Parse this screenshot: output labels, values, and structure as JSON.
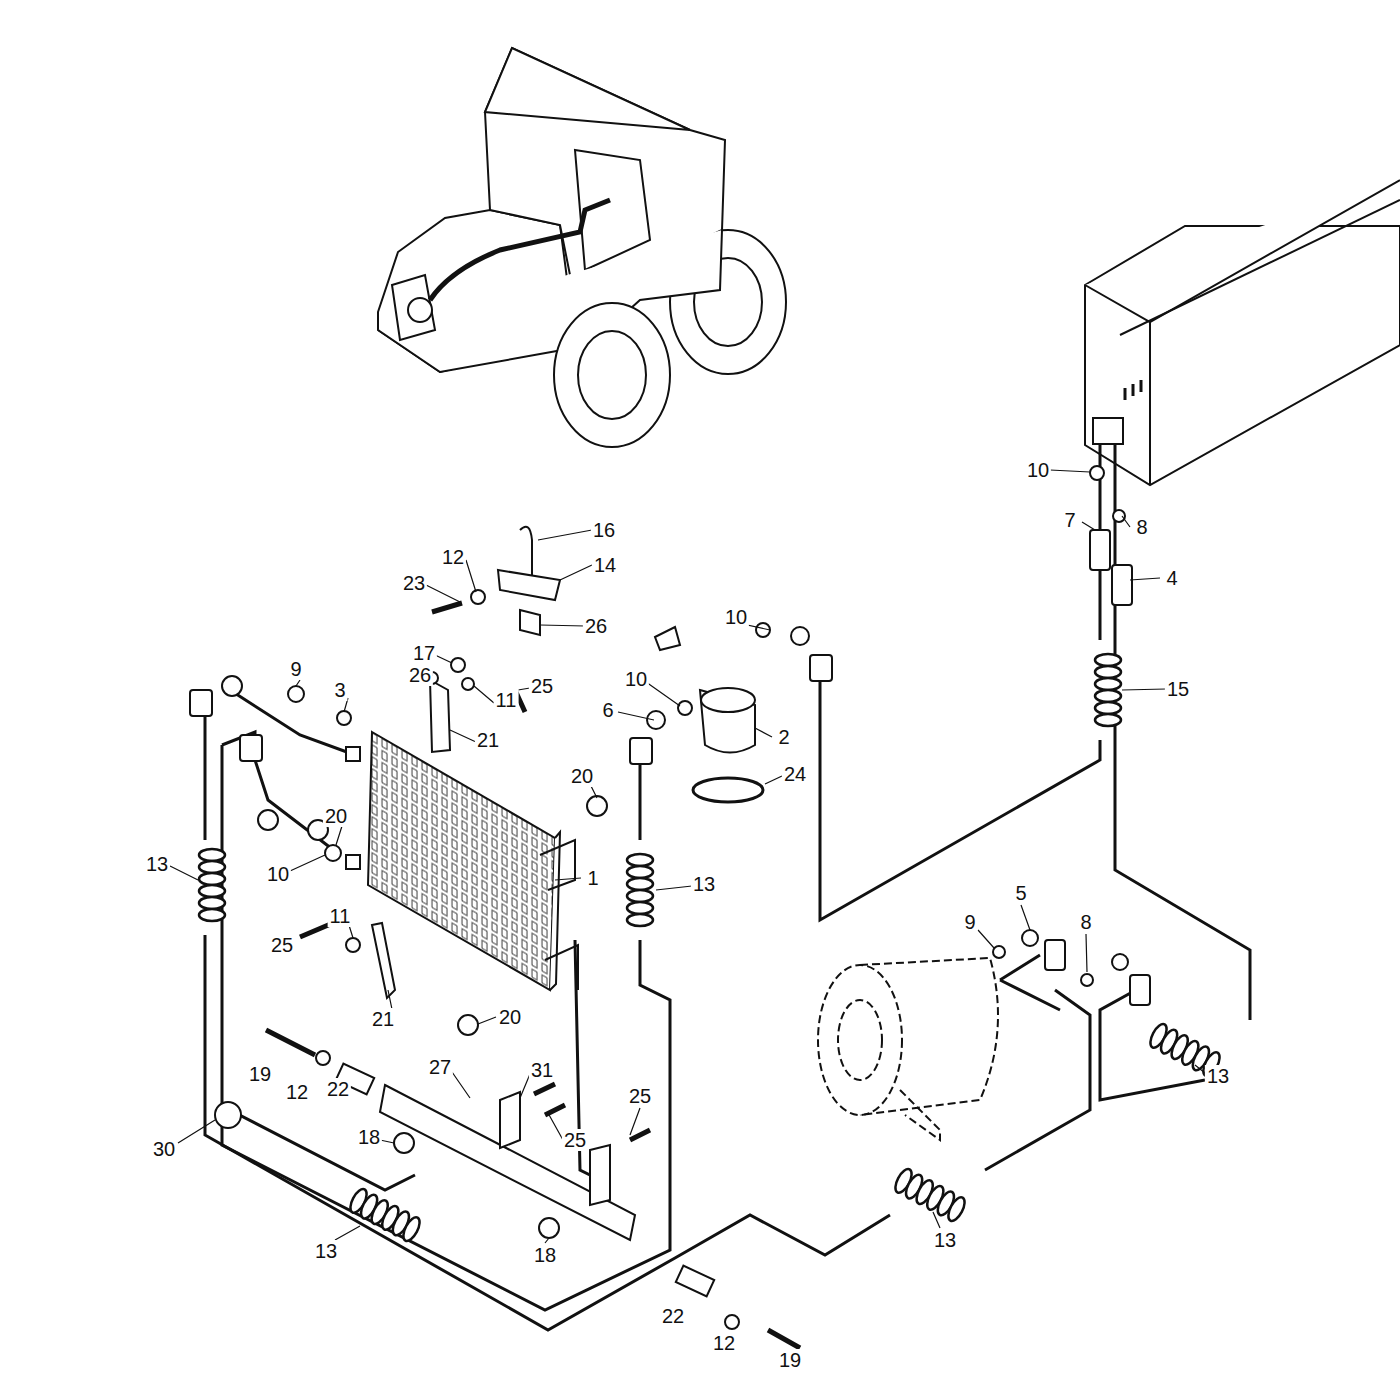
{
  "diagram": {
    "labels": [
      "10",
      "16",
      "7",
      "8",
      "12",
      "14",
      "4",
      "23",
      "26",
      "10",
      "17",
      "9",
      "26",
      "25",
      "3",
      "10",
      "15",
      "11",
      "6",
      "2",
      "21",
      "20",
      "24",
      "20",
      "13",
      "10",
      "1",
      "13",
      "5",
      "9",
      "8",
      "11",
      "25",
      "20",
      "21",
      "27",
      "31",
      "19",
      "22",
      "12",
      "25",
      "13",
      "18",
      "25",
      "30",
      "13",
      "13",
      "18",
      "22",
      "12",
      "19"
    ]
  }
}
